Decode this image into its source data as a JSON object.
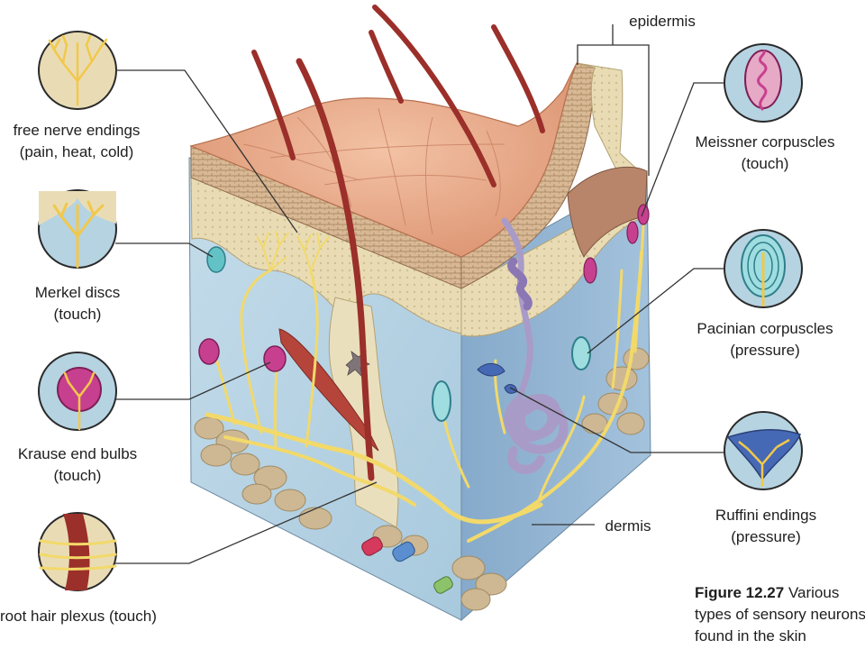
{
  "labels": {
    "epidermis": "epidermis",
    "dermis": "dermis",
    "free_nerve": [
      "free nerve endings",
      "(pain, heat, cold)"
    ],
    "merkel": [
      "Merkel discs",
      "(touch)"
    ],
    "krause": [
      "Krause end bulbs",
      "(touch)"
    ],
    "root_hair": "root hair plexus (touch)",
    "meissner": [
      "Meissner corpuscles",
      "(touch)"
    ],
    "pacinian": [
      "Pacinian corpuscles",
      "(pressure)"
    ],
    "ruffini": [
      "Ruffini endings",
      "(pressure)"
    ]
  },
  "caption": {
    "number": "Figure 12.27",
    "text_1": "Various",
    "text_2": "types of sensory neurons",
    "text_3": "found in the skin"
  },
  "colors": {
    "dermis_front": "#b6d3e2",
    "dermis_side": "#94b9d6",
    "epidermis_surface": "#e7a98a",
    "papillary_layer": "#e9dcb5",
    "nerve": "#f2d96a",
    "hair": "#9b2f2a",
    "sweat_gland": "#a99bc7",
    "fat": "#cdb893",
    "receptor_pink": "#c7408f",
    "receptor_teal": "#63c2c6",
    "leader_line": "#333333"
  }
}
